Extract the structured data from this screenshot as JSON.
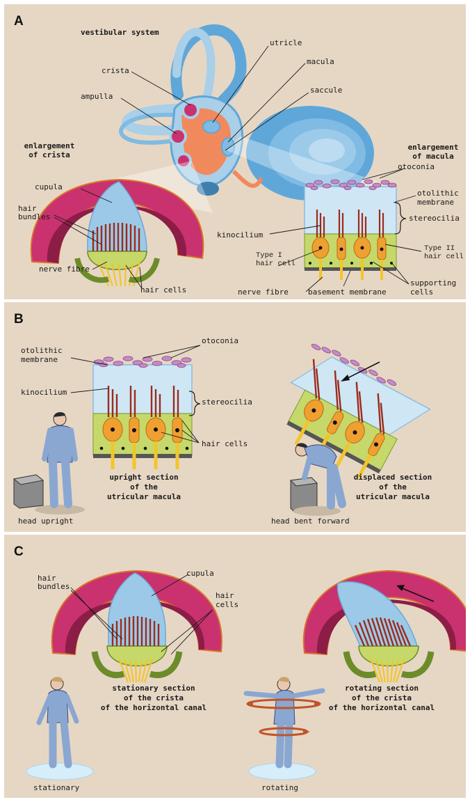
{
  "panels": {
    "a": {
      "label": "A",
      "title": "vestibular system",
      "crista": "crista",
      "ampulla": "ampulla",
      "utricle": "utricle",
      "macula": "macula",
      "saccule": "saccule",
      "enlargement_crista_1": "enlargement",
      "enlargement_crista_2": "of crista",
      "enlargement_macula_1": "enlargement",
      "enlargement_macula_2": "of macula",
      "cupula": "cupula",
      "hair_bundles_1": "hair",
      "hair_bundles_2": "bundles",
      "nerve_fibre_left": "nerve fibre",
      "hair_cells": "hair cells",
      "otoconia": "otoconia",
      "otolithic_1": "otolithic",
      "otolithic_2": "membrane",
      "stereocilia": "stereocilia",
      "kinocilium": "kinocilium",
      "type1_1": "Type I",
      "type1_2": "hair cell",
      "type2_1": "Type II",
      "type2_2": "hair cell",
      "nerve_fibre_right": "nerve fibre",
      "basement_membrane": "basement membrane",
      "supporting_1": "supporting",
      "supporting_2": "cells"
    },
    "b": {
      "label": "B",
      "otoconia": "otoconia",
      "otolithic_1": "otolithic",
      "otolithic_2": "membrane",
      "kinocilium": "kinocilium",
      "stereocilia": "stereocilia",
      "hair_cells": "hair cells",
      "upright_1": "upright section",
      "upright_2": "of the",
      "upright_3": "utricular macula",
      "displaced_1": "displaced section",
      "displaced_2": "of the",
      "displaced_3": "utricular macula",
      "head_upright": "head upright",
      "head_bent": "head bent forward"
    },
    "c": {
      "label": "C",
      "hair_bundles_1": "hair",
      "hair_bundles_2": "bundles",
      "cupula": "cupula",
      "hair_cells_1": "hair",
      "hair_cells_2": "cells",
      "stationary_1": "stationary section",
      "stationary_2": "of the crista",
      "stationary_3": "of the horizontal canal",
      "rotating_1": "rotating section",
      "rotating_2": "of the crista",
      "rotating_3": "of the horizontal canal",
      "stationary": "stationary",
      "rotating": "rotating"
    }
  },
  "colors": {
    "panel_bg": "#e6d7c4",
    "canal_blue": "#5fa7d8",
    "canal_light": "#a9cfe9",
    "orange": "#f08a5d",
    "crista_magenta": "#c9326e",
    "crista_inner": "#8c1d47",
    "cupula_blue": "#9cc9e8",
    "otoconia": "#c68bc6",
    "hair_cell": "#f0a030",
    "supporting_green": "#c6d86a",
    "nerve_yellow": "#f2c52c",
    "figure_blue": "#8aa7d2"
  }
}
